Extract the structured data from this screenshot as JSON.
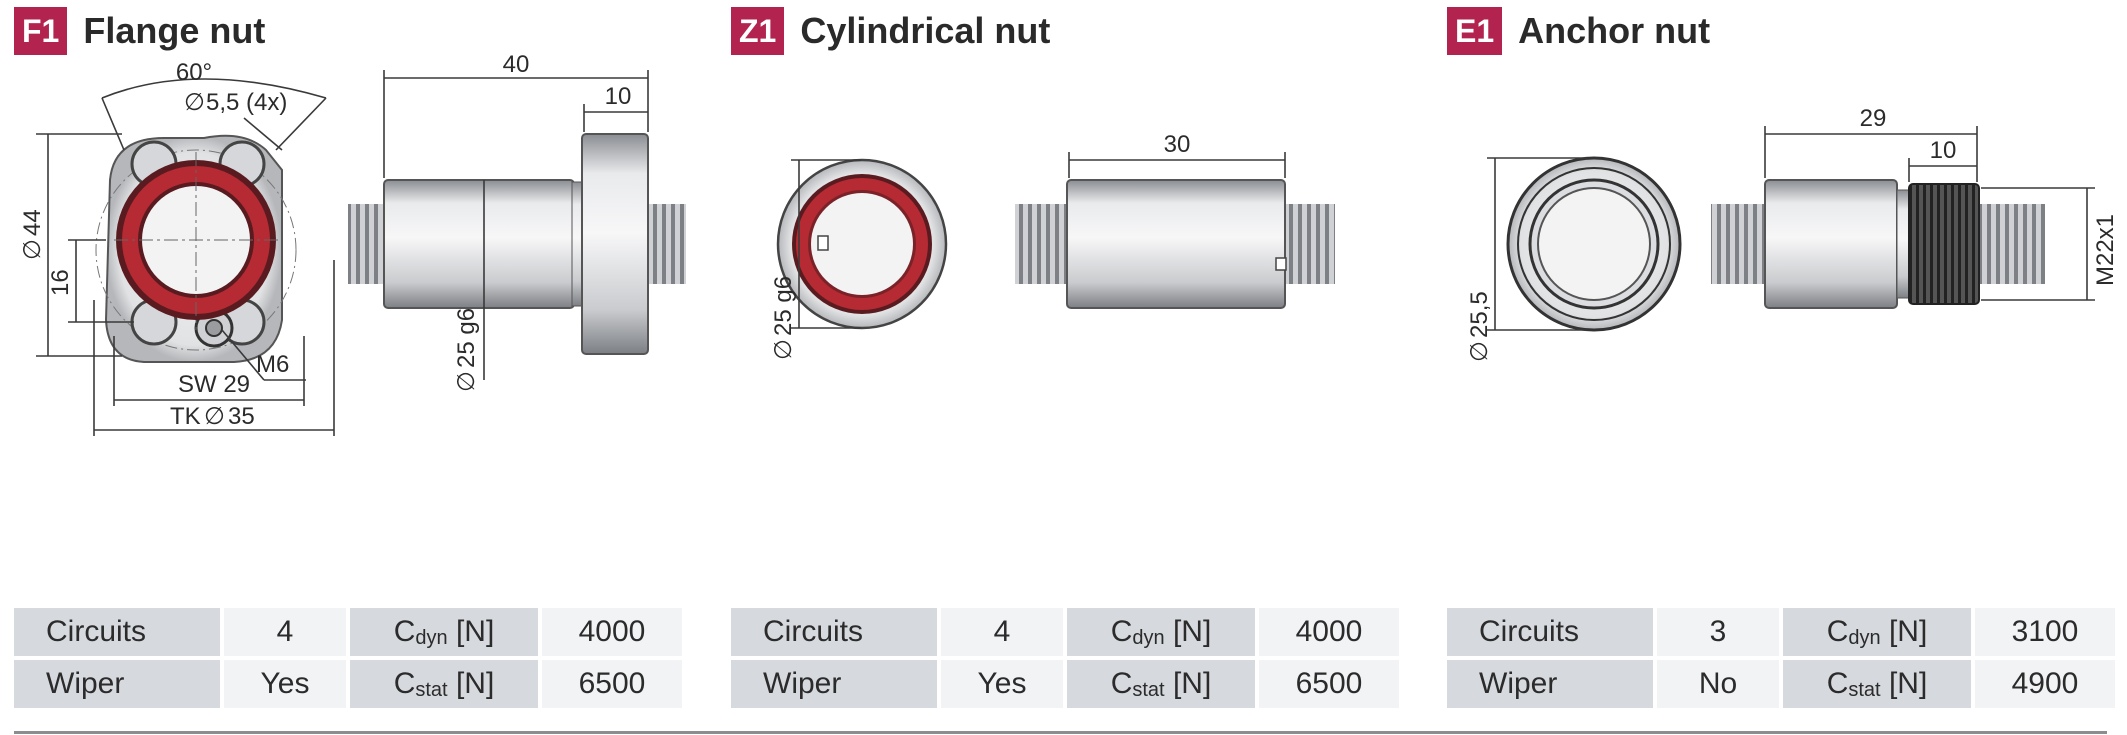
{
  "panels": [
    {
      "code": "F1",
      "title": "Flange nut",
      "dims": {
        "angle": "60°",
        "holes": "5,5 (4x)",
        "outer_d": "44",
        "pitch_16": "16",
        "thread": "M6",
        "sw": "SW 29",
        "tk_prefix": "TK",
        "tk_value": "35",
        "length": "40",
        "flange": "10",
        "body_d": "25 g6"
      },
      "specs": {
        "circuits_label": "Circuits",
        "circuits_value": "4",
        "wiper_label": "Wiper",
        "wiper_value": "Yes",
        "cdyn_main": "C",
        "cdyn_sub": "dyn",
        "cdyn_unit": " [N]",
        "cdyn_value": "4000",
        "cstat_main": "C",
        "cstat_sub": "stat",
        "cstat_unit": " [N]",
        "cstat_value": "6500"
      }
    },
    {
      "code": "Z1",
      "title": "Cylindrical nut",
      "dims": {
        "front_d": "25 g6",
        "length": "30"
      },
      "specs": {
        "circuits_label": "Circuits",
        "circuits_value": "4",
        "wiper_label": "Wiper",
        "wiper_value": "Yes",
        "cdyn_main": "C",
        "cdyn_sub": "dyn",
        "cdyn_unit": " [N]",
        "cdyn_value": "4000",
        "cstat_main": "C",
        "cstat_sub": "stat",
        "cstat_unit": " [N]",
        "cstat_value": "6500"
      }
    },
    {
      "code": "E1",
      "title": "Anchor nut",
      "dims": {
        "front_d": "25,5",
        "length": "29",
        "thread_len": "10",
        "thread": "M22x1"
      },
      "specs": {
        "circuits_label": "Circuits",
        "circuits_value": "3",
        "wiper_label": "Wiper",
        "wiper_value": "No",
        "cdyn_main": "C",
        "cdyn_sub": "dyn",
        "cdyn_unit": " [N]",
        "cdyn_value": "3100",
        "cstat_main": "C",
        "cstat_sub": "stat",
        "cstat_unit": " [N]",
        "cstat_value": "4900"
      }
    }
  ],
  "colors": {
    "badge": "#b3234f",
    "seal_red": "#b52a33",
    "key_cell": "#d6d9de",
    "value_cell": "#f2f3f5"
  }
}
